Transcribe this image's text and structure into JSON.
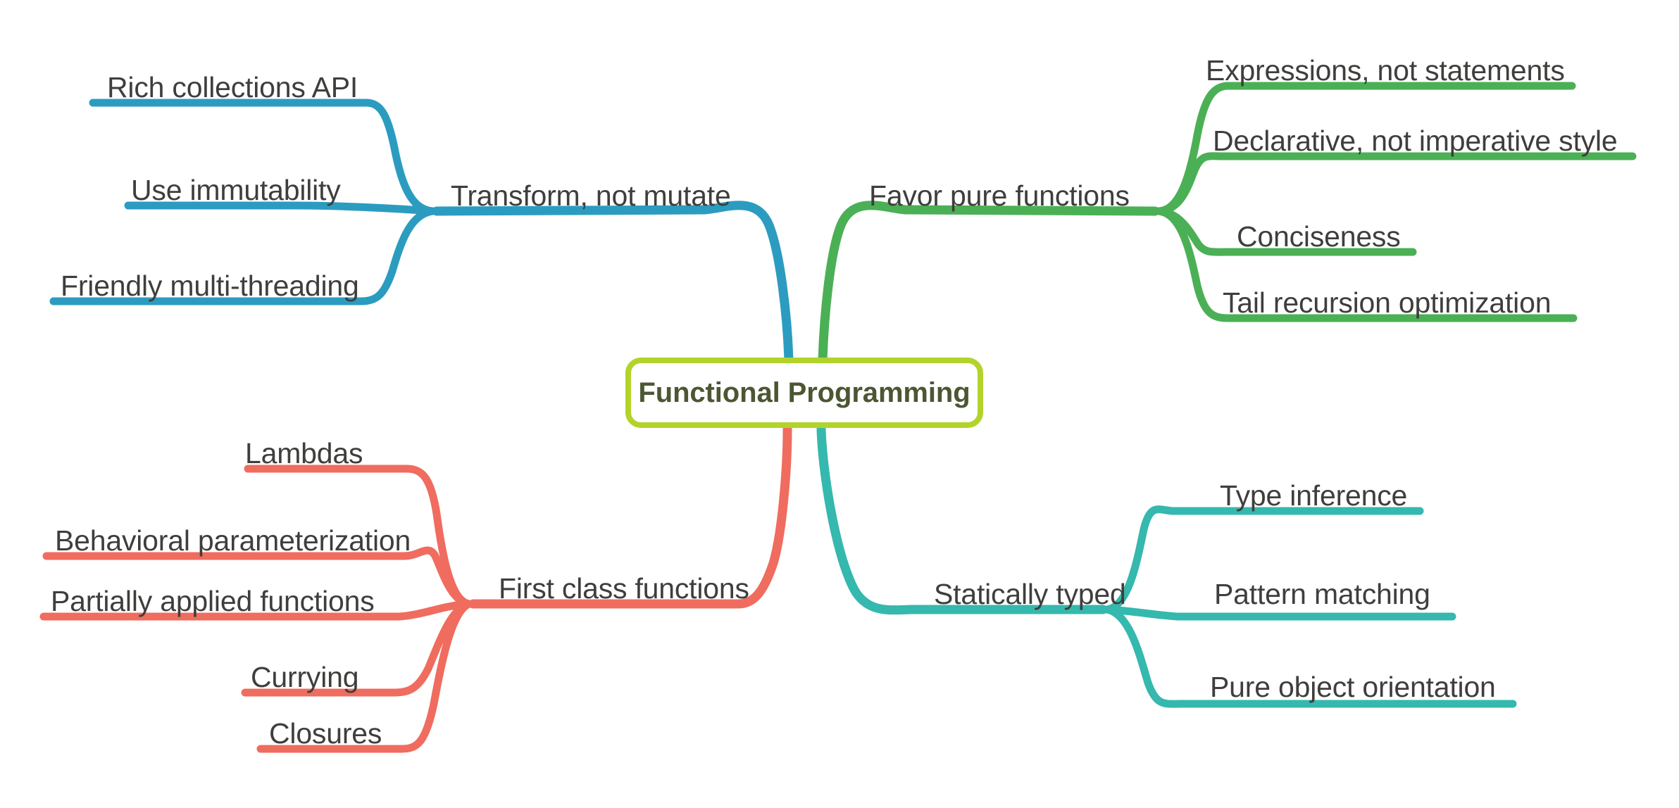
{
  "title": "Functional Programming",
  "colors": {
    "root_border": "#b2d32a",
    "root_text": "#4b5733",
    "branch_blue": "#2b9cc0",
    "branch_green": "#4bb055",
    "branch_red": "#ef6c5f",
    "branch_teal": "#35b8ad",
    "label_text": "#3e3e3c",
    "background": "#ffffff"
  },
  "root": {
    "label": "Functional Programming"
  },
  "branches": [
    {
      "id": "transform-not-mutate",
      "label": "Transform, not mutate",
      "color": "#2b9cc0",
      "side": "left",
      "quadrant": "top-left",
      "children": [
        {
          "id": "rich-collections-api",
          "label": "Rich collections API"
        },
        {
          "id": "use-immutability",
          "label": "Use immutability"
        },
        {
          "id": "friendly-multi-threading",
          "label": "Friendly multi-threading"
        }
      ]
    },
    {
      "id": "favor-pure-functions",
      "label": "Favor pure functions",
      "color": "#4bb055",
      "side": "right",
      "quadrant": "top-right",
      "children": [
        {
          "id": "expressions-not-statements",
          "label": "Expressions, not statements"
        },
        {
          "id": "declarative-not-imperative-style",
          "label": "Declarative, not imperative style"
        },
        {
          "id": "conciseness",
          "label": "Conciseness"
        },
        {
          "id": "tail-recursion-optimization",
          "label": "Tail recursion optimization"
        }
      ]
    },
    {
      "id": "first-class-functions",
      "label": "First class functions",
      "color": "#ef6c5f",
      "side": "left",
      "quadrant": "bottom-left",
      "children": [
        {
          "id": "lambdas",
          "label": "Lambdas"
        },
        {
          "id": "behavioral-parameterization",
          "label": "Behavioral parameterization"
        },
        {
          "id": "partially-applied-functions",
          "label": "Partially applied functions"
        },
        {
          "id": "currying",
          "label": "Currying"
        },
        {
          "id": "closures",
          "label": "Closures"
        }
      ]
    },
    {
      "id": "statically-typed",
      "label": "Statically typed",
      "color": "#35b8ad",
      "side": "right",
      "quadrant": "bottom-right",
      "children": [
        {
          "id": "type-inference",
          "label": "Type inference"
        },
        {
          "id": "pattern-matching",
          "label": "Pattern matching"
        },
        {
          "id": "pure-object-orientation",
          "label": "Pure object orientation"
        }
      ]
    }
  ]
}
